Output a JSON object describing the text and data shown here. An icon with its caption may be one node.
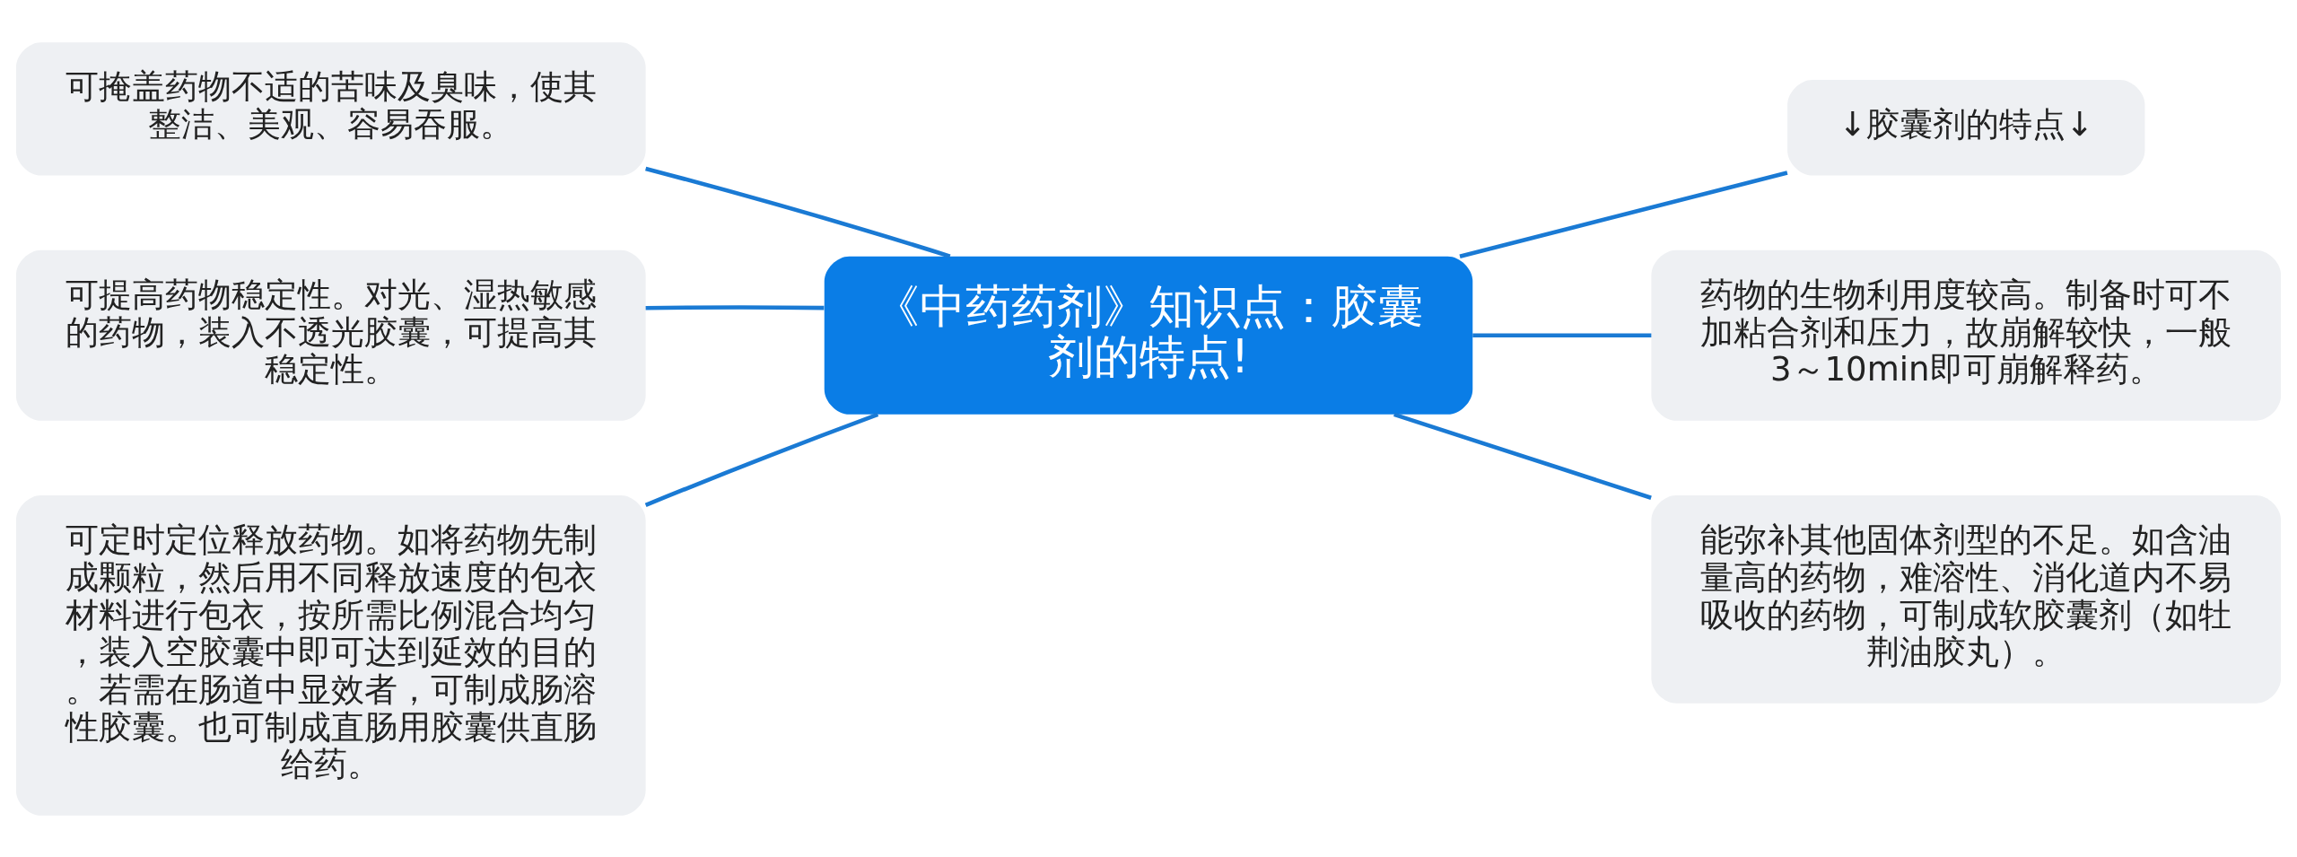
{
  "diagram": {
    "nodes": [
      {
        "text": [
          "《中药药剂》知识点：胶囊剂的特点!"
        ]
      },
      {
        "text": [
          "可掩盖药物不适的苦味及臭味，使其整洁、美观、容易吞服。"
        ]
      },
      {
        "text": [
          "可提高药物稳定性。对光、湿热敏感的药物，装入不透光胶囊，可提高其稳定性。"
        ]
      },
      {
        "text": [
          "可定时定位释放药物。如将药物先制成颗粒，然后用不同释放速度的包衣材料进行包衣，按所需比例混合均匀，装入空胶囊中即可达到延效的目的。若需在肠道中显效者，可制成肠溶性胶囊。也可制成直肠用胶囊供直肠给药。"
        ]
      },
      {
        "text": [
          "↓胶囊剂的特点↓"
        ]
      },
      {
        "text": [
          "药物的生物利用度较高。制备时可不加粘合剂和压力，故崩解较快，一般3～10min即可崩解释药。"
        ]
      },
      {
        "text": [
          "能弥补其他固体剂型的不足。如含油量高的药物，难溶性、消化道内不易吸收的药物，可制成软胶囊剂（如牡荆油胶丸）。"
        ]
      }
    ],
    "edges": [
      {
        "from": 0,
        "to": 1,
        "arrow": "none"
      },
      {
        "from": 0,
        "to": 2,
        "arrow": "none"
      },
      {
        "from": 0,
        "to": 3,
        "arrow": "none"
      },
      {
        "from": 0,
        "to": 4,
        "arrow": "none"
      },
      {
        "from": 0,
        "to": 5,
        "arrow": "none"
      },
      {
        "from": 0,
        "to": 6,
        "arrow": "none"
      }
    ]
  }
}
